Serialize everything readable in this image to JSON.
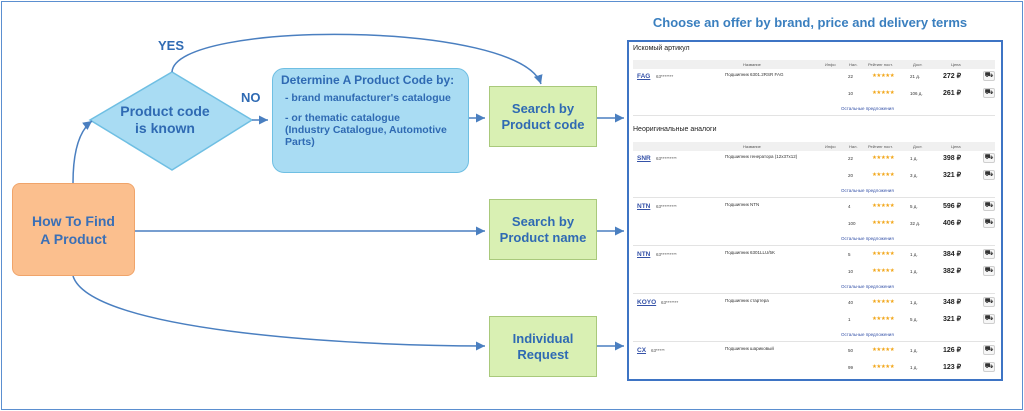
{
  "flowchart": {
    "start": "How To Find\nA Product",
    "decision": "Product code\nis known",
    "yes_label": "YES",
    "no_label": "NO",
    "determine": {
      "title": "Determine A Product Code by:",
      "items": [
        "- brand manufacturer's catalogue",
        "- or thematic catalogue\n(Industry Catalogue, Automotive\nParts)"
      ]
    },
    "steps": [
      "Search by\nProduct code",
      "Search by\nProduct name",
      "Individual\nRequest"
    ],
    "colors": {
      "start_fill": "#fbbf8e",
      "decision_fill": "#a9dcf3",
      "determine_fill": "#a9dcf3",
      "step_fill": "#d9f0b3",
      "text": "#2f6ab3",
      "connector": "#4a7fc0"
    }
  },
  "offer_title": "Choose an offer by brand, price and delivery terms",
  "panel": {
    "section_wanted": "Искомый артикул",
    "section_analogs": "Неоригинальные аналоги",
    "columns": [
      "Название",
      "Инфо",
      "Нал.",
      "Рейтинг пост.",
      "Дост.",
      "Цена"
    ],
    "more_label": "Остальные предложения",
    "stars": "★★★★★",
    "cart_icon": "cart-icon",
    "wanted": {
      "brand": "FAG",
      "code": "63*******",
      "name": "Подшипник 6301.2RSR FAG",
      "offers": [
        {
          "qty": "22",
          "days": "21 д.",
          "price": "272 ₽"
        },
        {
          "qty": "10",
          "days": "106 д.",
          "price": "261 ₽"
        }
      ]
    },
    "analogs": [
      {
        "brand": "SNR",
        "code": "63*********",
        "name": "Подшипник генератора (12x37x12)",
        "offers": [
          {
            "qty": "22",
            "days": "1 д.",
            "price": "398 ₽"
          },
          {
            "qty": "20",
            "days": "3 д.",
            "price": "321 ₽"
          }
        ]
      },
      {
        "brand": "NTN",
        "code": "63*********",
        "name": "Подшипник NTN",
        "offers": [
          {
            "qty": "4",
            "days": "5 д.",
            "price": "596 ₽"
          },
          {
            "qty": "100",
            "days": "32 д.",
            "price": "406 ₽"
          }
        ]
      },
      {
        "brand": "NTN",
        "code": "63*********",
        "name": "Подшипник 6301LLU/5K",
        "offers": [
          {
            "qty": "5",
            "days": "1 д.",
            "price": "384 ₽"
          },
          {
            "qty": "10",
            "days": "1 д.",
            "price": "382 ₽"
          }
        ]
      },
      {
        "brand": "KOYO",
        "code": "63*******",
        "name": "Подшипник стартера",
        "offers": [
          {
            "qty": "40",
            "days": "1 д.",
            "price": "348 ₽"
          },
          {
            "qty": "1",
            "days": "5 д.",
            "price": "321 ₽"
          }
        ]
      },
      {
        "brand": "CX",
        "code": "63*****",
        "name": "Подшипник шариковый",
        "offers": [
          {
            "qty": "50",
            "days": "1 д.",
            "price": "126 ₽"
          },
          {
            "qty": "99",
            "days": "1 д.",
            "price": "123 ₽"
          }
        ]
      }
    ]
  }
}
